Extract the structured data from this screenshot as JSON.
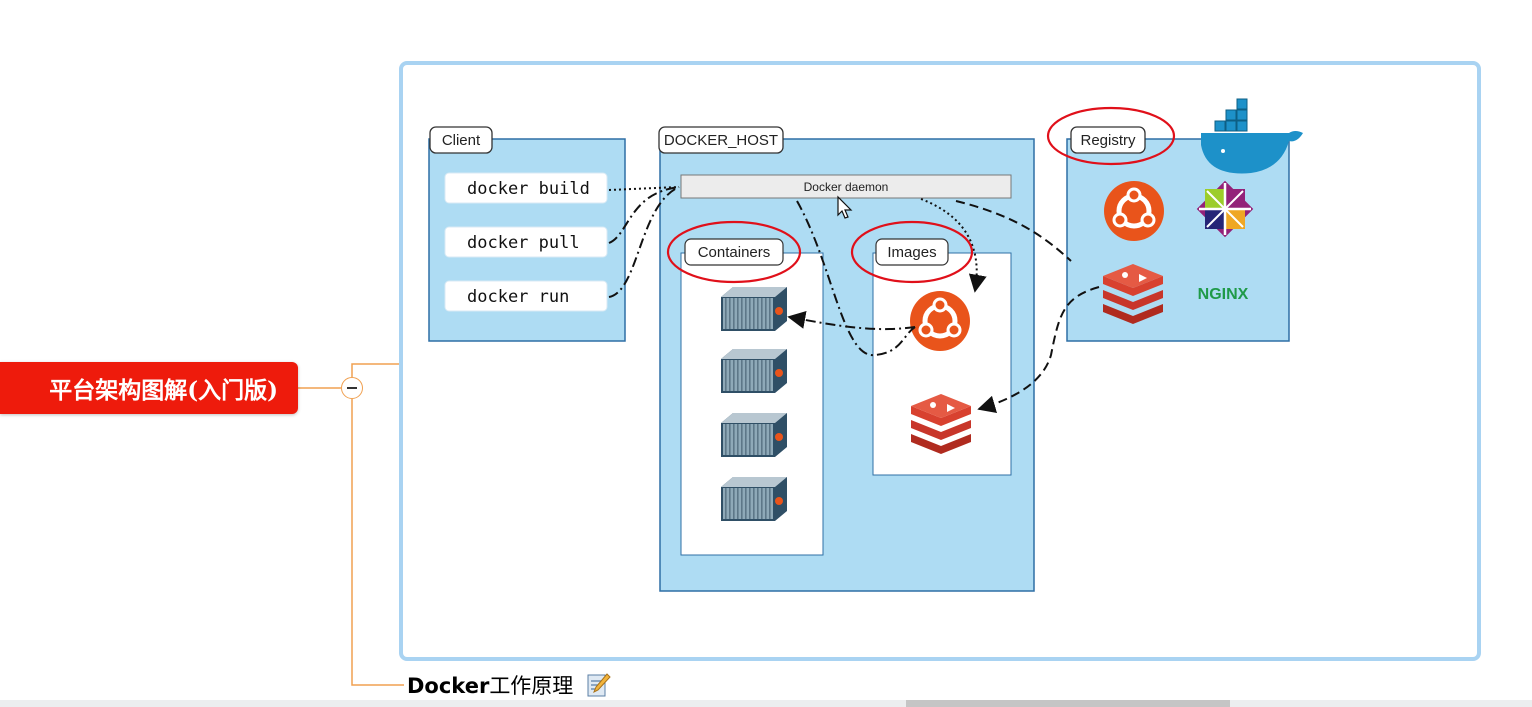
{
  "central_topic": {
    "label": "平台架构图解(入门版)",
    "color": "#ee1b0c"
  },
  "child_topic": {
    "label_latin": "Docker",
    "label_cjk": "工作原理",
    "icon": "note-icon"
  },
  "diagram": {
    "client": {
      "title": "Client",
      "commands": [
        "docker build",
        "docker pull",
        "docker run"
      ]
    },
    "host": {
      "title": "DOCKER_HOST",
      "daemon": "Docker daemon",
      "containers_title": "Containers",
      "images_title": "Images"
    },
    "registry": {
      "title": "Registry",
      "items": [
        "ubuntu-logo-icon",
        "centos-logo-icon",
        "redis-logo-icon",
        "nginx-logo"
      ],
      "nginx_text": "NGINX"
    },
    "colors": {
      "panel_fill": "#aedcf3",
      "panel_border": "#2f6fa5",
      "annotation_circle": "#e0101a",
      "ubuntu": "#e9541b",
      "redis": "#d43a2c",
      "nginx": "#1f9a48",
      "docker_whale": "#1d91c9"
    }
  },
  "icons": [
    "collapse-icon",
    "docker-whale-icon",
    "mouse-cursor-icon",
    "container-icon"
  ]
}
